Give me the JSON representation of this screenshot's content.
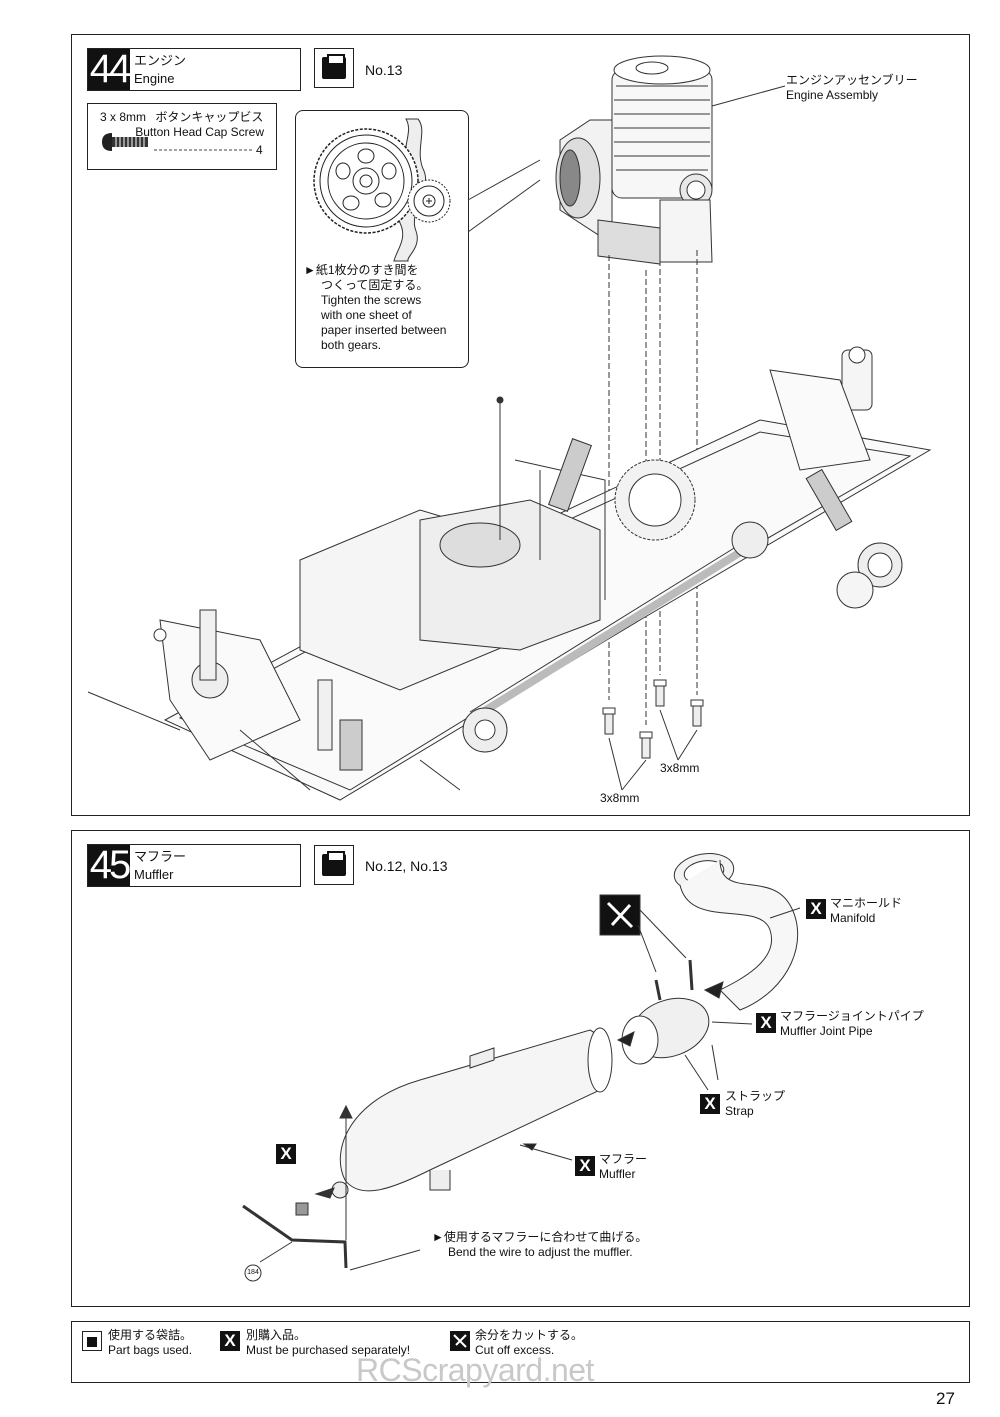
{
  "step44": {
    "number": "44",
    "title_jp": "エンジン",
    "title_en": "Engine",
    "bag": "No.13",
    "screw": {
      "spec": "3 x 8mm",
      "name_jp": "ボタンキャップビス",
      "name_en": "Button Head Cap Screw",
      "qty": "4"
    },
    "note_lines": [
      "►紙1枚分のすき間を",
      "つくって固定する。",
      "Tighten the screws",
      "with one sheet of",
      "paper inserted between",
      "both gears."
    ],
    "engine_label_jp": "エンジンアッセンブリー",
    "engine_label_en": "Engine Assembly",
    "screw_label_1": "3x8mm",
    "screw_label_2": "3x8mm"
  },
  "step45": {
    "number": "45",
    "title_jp": "マフラー",
    "title_en": "Muffler",
    "bag": "No.12, No.13",
    "manifold_jp": "マニホールド",
    "manifold_en": "Manifold",
    "joint_jp": "マフラージョイントパイプ",
    "joint_en": "Muffler Joint Pipe",
    "strap_jp": "ストラップ",
    "strap_en": "Strap",
    "muffler_jp": "マフラー",
    "muffler_en": "Muffler",
    "wire_jp": "►使用するマフラーに合わせて曲げる。",
    "wire_en": "Bend the wire to adjust the muffler.",
    "part_no": "184",
    "x_mark": "X"
  },
  "legend": {
    "bags_jp": "使用する袋詰。",
    "bags_en": "Part bags used.",
    "separate_jp": "別購入品。",
    "separate_en": "Must be purchased separately!",
    "cut_jp": "余分をカットする。",
    "cut_en": "Cut off excess."
  },
  "watermark": "RCScrapyard.net",
  "page_number": "27"
}
